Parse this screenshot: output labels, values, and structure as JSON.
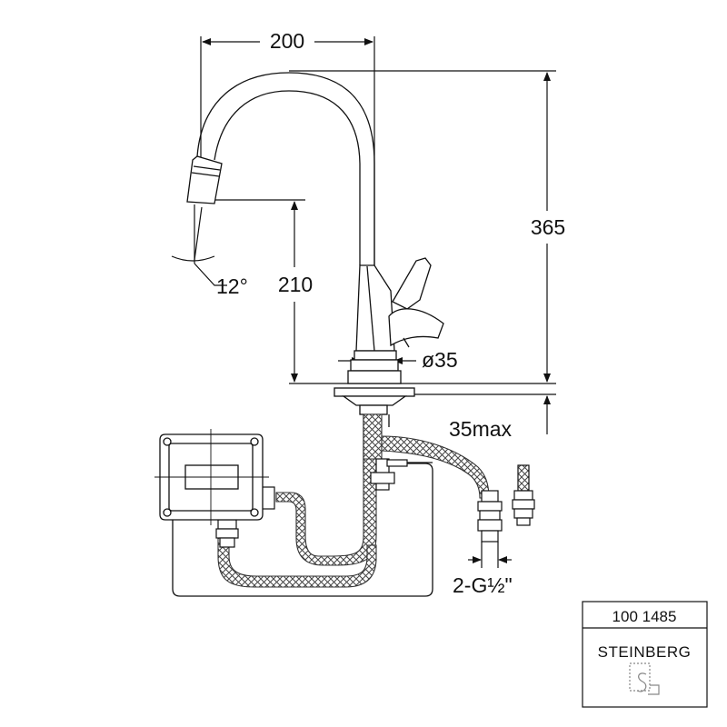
{
  "dimensions": {
    "width": "200",
    "height": "365",
    "spout_height": "210",
    "angle": "12°",
    "diameter": "ø35",
    "max_thickness": "35max",
    "connection": "2-G½\""
  },
  "title_block": {
    "code": "100 1485",
    "brand": "STEINBERG"
  },
  "colors": {
    "line": "#111111",
    "hose_fill": "#bdbdbd"
  }
}
